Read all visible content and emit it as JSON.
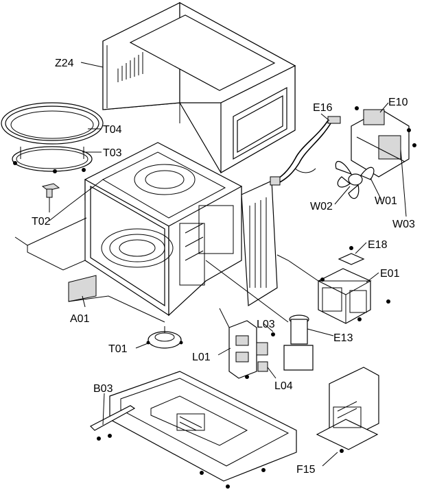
{
  "labels": {
    "Z24": "Z24",
    "T04": "T04",
    "T03": "T03",
    "T02": "T02",
    "E16": "E16",
    "E10": "E10",
    "W02": "W02",
    "W01": "W01",
    "W03": "W03",
    "E18": "E18",
    "E01": "E01",
    "A01": "A01",
    "E13": "E13",
    "T01": "T01",
    "L03": "L03",
    "L01": "L01",
    "L04": "L04",
    "B03": "B03",
    "F15": "F15"
  }
}
